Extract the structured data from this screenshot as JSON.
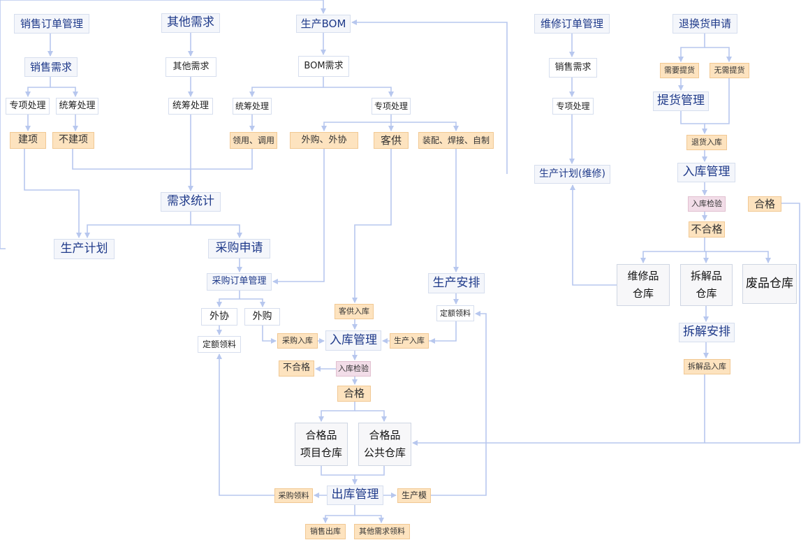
{
  "nodes": {
    "sales_order_mgmt": "销售订单管理",
    "other_demand_top": "其他需求",
    "production_bom": "生产BOM",
    "repair_order_mgmt": "维修订单管理",
    "return_exchange_apply": "退换货申请",
    "sales_demand_left": "销售需求",
    "other_demand_mid": "其他需求",
    "bom_demand": "BOM需求",
    "sales_demand_right": "销售需求",
    "need_pickup": "需要提货",
    "no_pickup": "无需提货",
    "special_proc_left": "专项处理",
    "overall_proc_left": "统筹处理",
    "overall_proc_mid": "统筹处理",
    "overall_proc_bom": "统筹处理",
    "special_proc_bom": "专项处理",
    "special_proc_right": "专项处理",
    "pickup_mgmt": "提货管理",
    "build_project": "建项",
    "no_build_project": "不建项",
    "draw_transfer": "领用、调用",
    "outsource_cooperate": "外购、外协",
    "customer_supply": "客供",
    "assembly_weld_make": "装配、焊接、自制",
    "return_inbound": "退货入库",
    "production_plan_repair": "生产计划(维修)",
    "inbound_mgmt_right": "入库管理",
    "demand_stats": "需求统计",
    "inbound_inspect_right": "入库检验",
    "qualified_right": "合格",
    "unqualified_right": "不合格",
    "production_plan": "生产计划",
    "purchase_request": "采购申请",
    "repair_warehouse": "维修品\n仓库",
    "dismantle_warehouse": "拆解品\n仓库",
    "scrap_warehouse": "废品仓库",
    "purchase_order_mgmt": "采购订单管理",
    "production_schedule": "生产安排",
    "outsource": "外协",
    "outbuy": "外购",
    "customer_inbound": "客供入库",
    "quota_picking_right": "定额领料",
    "dismantle_schedule": "拆解安排",
    "quota_picking_left": "定额领料",
    "purchase_inbound": "采购入库",
    "inbound_mgmt_center": "入库管理",
    "production_inbound": "生产入库",
    "dismantle_inbound": "拆解品入库",
    "unqualified_center": "不合格",
    "inbound_inspect_center": "入库检验",
    "qualified_center": "合格",
    "project_warehouse": "合格品\n项目仓库",
    "public_warehouse": "合格品\n公共仓库",
    "purchase_picking": "采购领料",
    "outbound_mgmt": "出库管理",
    "production_mold": "生产模",
    "sales_outbound": "销售出库",
    "other_demand_picking": "其他需求领料"
  },
  "colors": {
    "line": "#b7c7ee",
    "blue_text": "#1f3a8a",
    "orange_fill": "#fde3bf",
    "pink_fill": "#f2dde8"
  }
}
